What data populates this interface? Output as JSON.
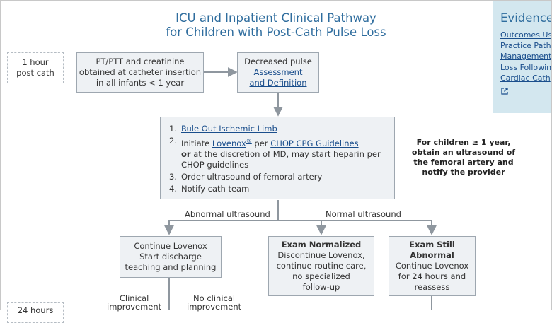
{
  "title": {
    "line1": "ICU and Inpatient Clinical Pathway",
    "line2": "for Children with Post-Cath Pulse Loss"
  },
  "time_labels": {
    "first_line1": "1 hour",
    "first_line2": "post cath",
    "second": "24 hours"
  },
  "box_ptt": {
    "line1": "PT/PTT and creatinine",
    "line2": "obtained at catheter insertion",
    "line3": "in all infants < 1 year"
  },
  "box_pulse": {
    "line1": "Decreased pulse",
    "link_line1": "Assessment",
    "link_line2": "and Definition"
  },
  "steps": {
    "n1": "1.",
    "s1_link": "Rule Out Ischemic Limb",
    "n2": "2.",
    "s2_prefix": "Initiate ",
    "s2_link": "Lovenox",
    "s2_reg": "®",
    "s2_mid": " per ",
    "s2_link2": "CHOP CPG Guidelines",
    "s2_or": "or",
    "s2_rest": " at the discretion of MD, may start heparin per",
    "s2_line3": "CHOP guidelines",
    "n3": "3.",
    "s3": "Order ultrasound of femoral artery",
    "n4": "4.",
    "s4": "Notify cath team"
  },
  "side_note": {
    "line1": "For children ≥ 1 year,",
    "line2": "obtain an ultrasound of",
    "line3": "the femoral artery and",
    "line4": "notify the provider"
  },
  "branch_labels": {
    "abnormal": "Abnormal ultrasound",
    "normal": "Normal ultrasound"
  },
  "box_continue": {
    "line1": "Continue Lovenox",
    "line2": "Start discharge",
    "line3": "teaching and planning"
  },
  "box_normalized": {
    "title": "Exam Normalized",
    "line1": "Discontinue Lovenox,",
    "line2": "continue routine care,",
    "line3": "no specialized",
    "line4": "follow-up"
  },
  "box_abnormal": {
    "title1": "Exam Still",
    "title2": "Abnormal",
    "line1": "Continue Lovenox",
    "line2": "for 24 hours and",
    "line3": "reassess"
  },
  "bottom_labels": {
    "clinical_1": "Clinical",
    "clinical_2": "improvement",
    "noclinical_1": "No clinical",
    "noclinical_2": "improvement"
  },
  "evidence": {
    "title": "Evidence",
    "links": [
      "Outcomes Us",
      "Practice Path",
      "Management",
      "Loss Followin",
      "Cardiac Cath"
    ],
    "external_icon": "external-link-icon"
  },
  "colors": {
    "title": "#2f6d9e",
    "box_fill": "#eef1f4",
    "box_border": "#9ea7b0",
    "link": "#1a4e8c",
    "evidence_panel": "#d3e7ef",
    "connector": "#8f979f"
  }
}
